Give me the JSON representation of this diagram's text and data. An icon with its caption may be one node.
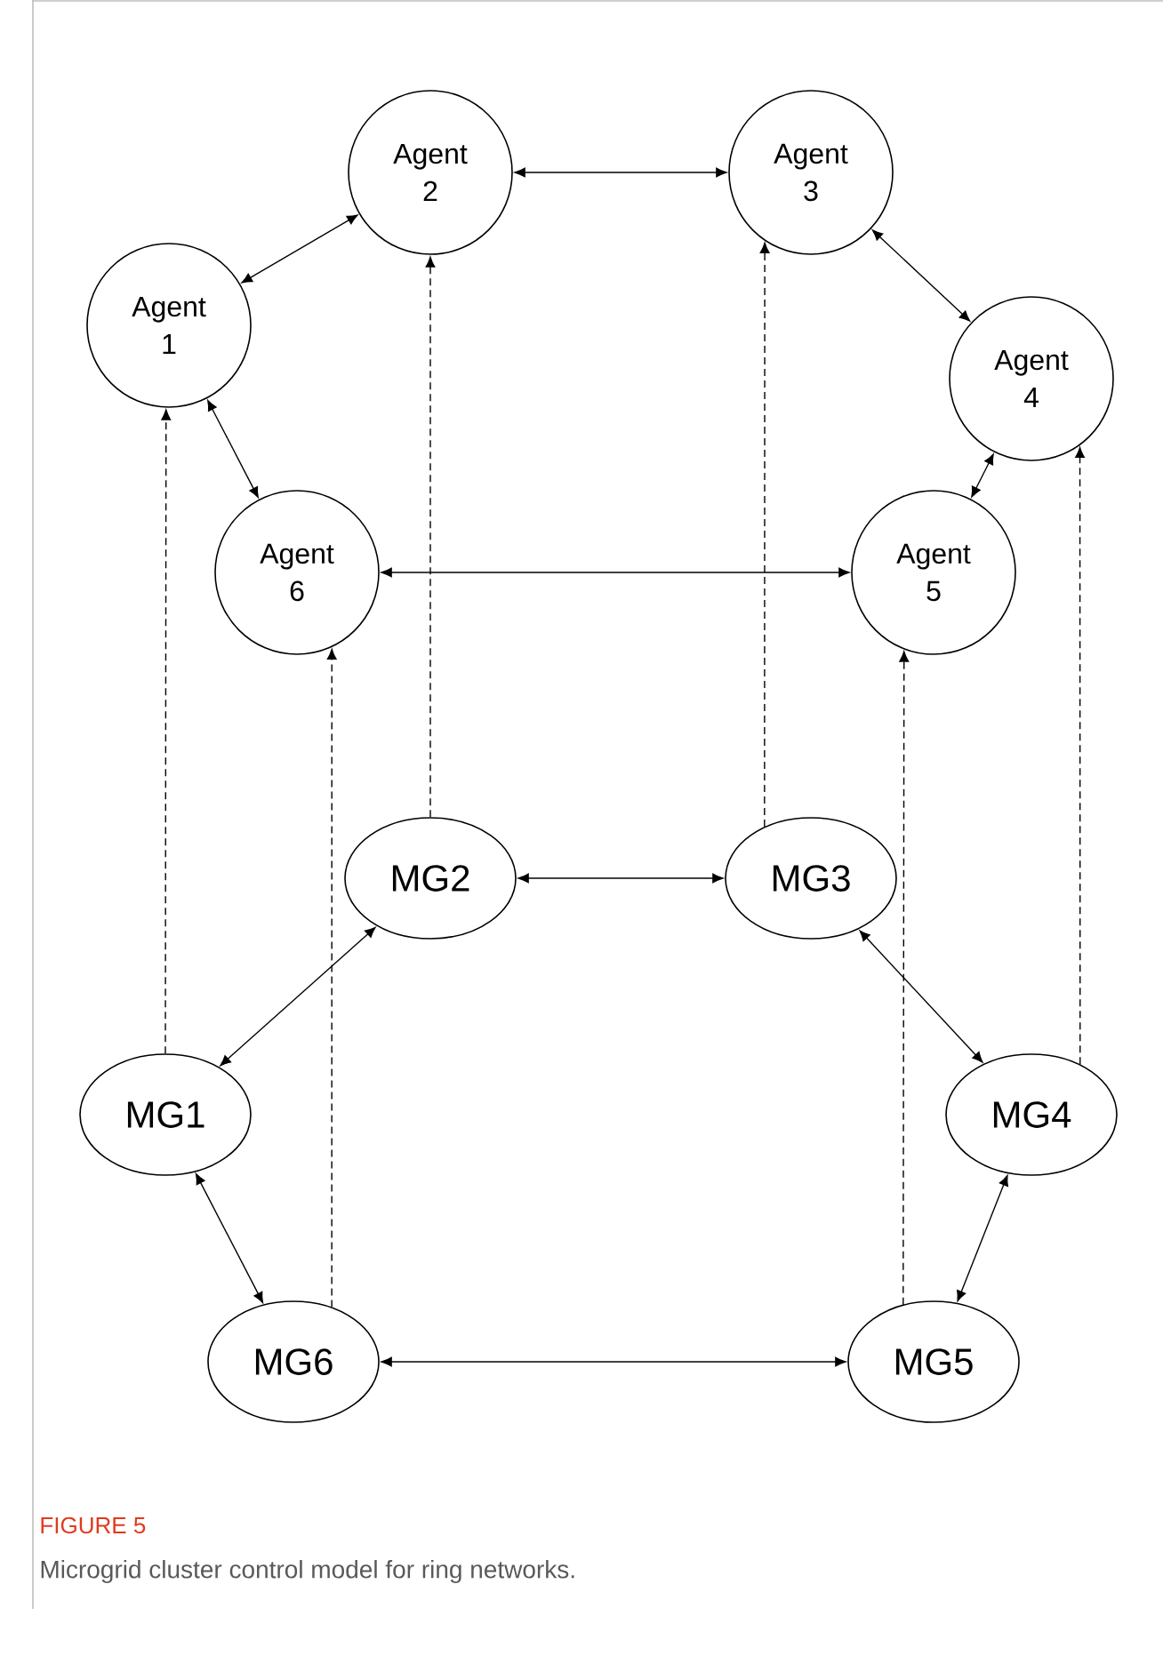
{
  "diagram": {
    "caption": "Microgrid cluster control model for ring networks.",
    "nodes": [
      {
        "text": [
          "Agent 2"
        ]
      },
      {
        "text": [
          "Agent 3"
        ]
      },
      {
        "text": [
          "Agent 1"
        ]
      },
      {
        "text": [
          "Agent 4"
        ]
      },
      {
        "text": [
          "Agent 6"
        ]
      },
      {
        "text": [
          "Agent 5"
        ]
      },
      {
        "text": [
          "MG2"
        ]
      },
      {
        "text": [
          "MG3"
        ]
      },
      {
        "text": [
          "MG1"
        ]
      },
      {
        "text": [
          "MG4"
        ]
      },
      {
        "text": [
          "MG6"
        ]
      },
      {
        "text": [
          "MG5"
        ]
      }
    ],
    "edges": [
      {
        "from": 0,
        "to": 1,
        "arrow": "both"
      },
      {
        "from": 2,
        "to": 0,
        "arrow": "both"
      },
      {
        "from": 1,
        "to": 3,
        "arrow": "both"
      },
      {
        "from": 2,
        "to": 4,
        "arrow": "both"
      },
      {
        "from": 3,
        "to": 5,
        "arrow": "both"
      },
      {
        "from": 4,
        "to": 5,
        "arrow": "both"
      },
      {
        "from": 6,
        "to": 7,
        "arrow": "both"
      },
      {
        "from": 8,
        "to": 6,
        "arrow": "both"
      },
      {
        "from": 7,
        "to": 9,
        "arrow": "both"
      },
      {
        "from": 8,
        "to": 10,
        "arrow": "both"
      },
      {
        "from": 9,
        "to": 11,
        "arrow": "both"
      },
      {
        "from": 10,
        "to": 11,
        "arrow": "both"
      },
      {
        "from": 8,
        "to": 2,
        "arrow": "to",
        "style": "dashed"
      },
      {
        "from": 6,
        "to": 0,
        "arrow": "to",
        "style": "dashed"
      },
      {
        "from": 7,
        "to": 1,
        "arrow": "to",
        "style": "dashed"
      },
      {
        "from": 9,
        "to": 3,
        "arrow": "to",
        "style": "dashed"
      },
      {
        "from": 11,
        "to": 5,
        "arrow": "to",
        "style": "dashed"
      },
      {
        "from": 10,
        "to": 4,
        "arrow": "to",
        "style": "dashed"
      }
    ],
    "labels": [
      "FIGURE 5"
    ]
  }
}
